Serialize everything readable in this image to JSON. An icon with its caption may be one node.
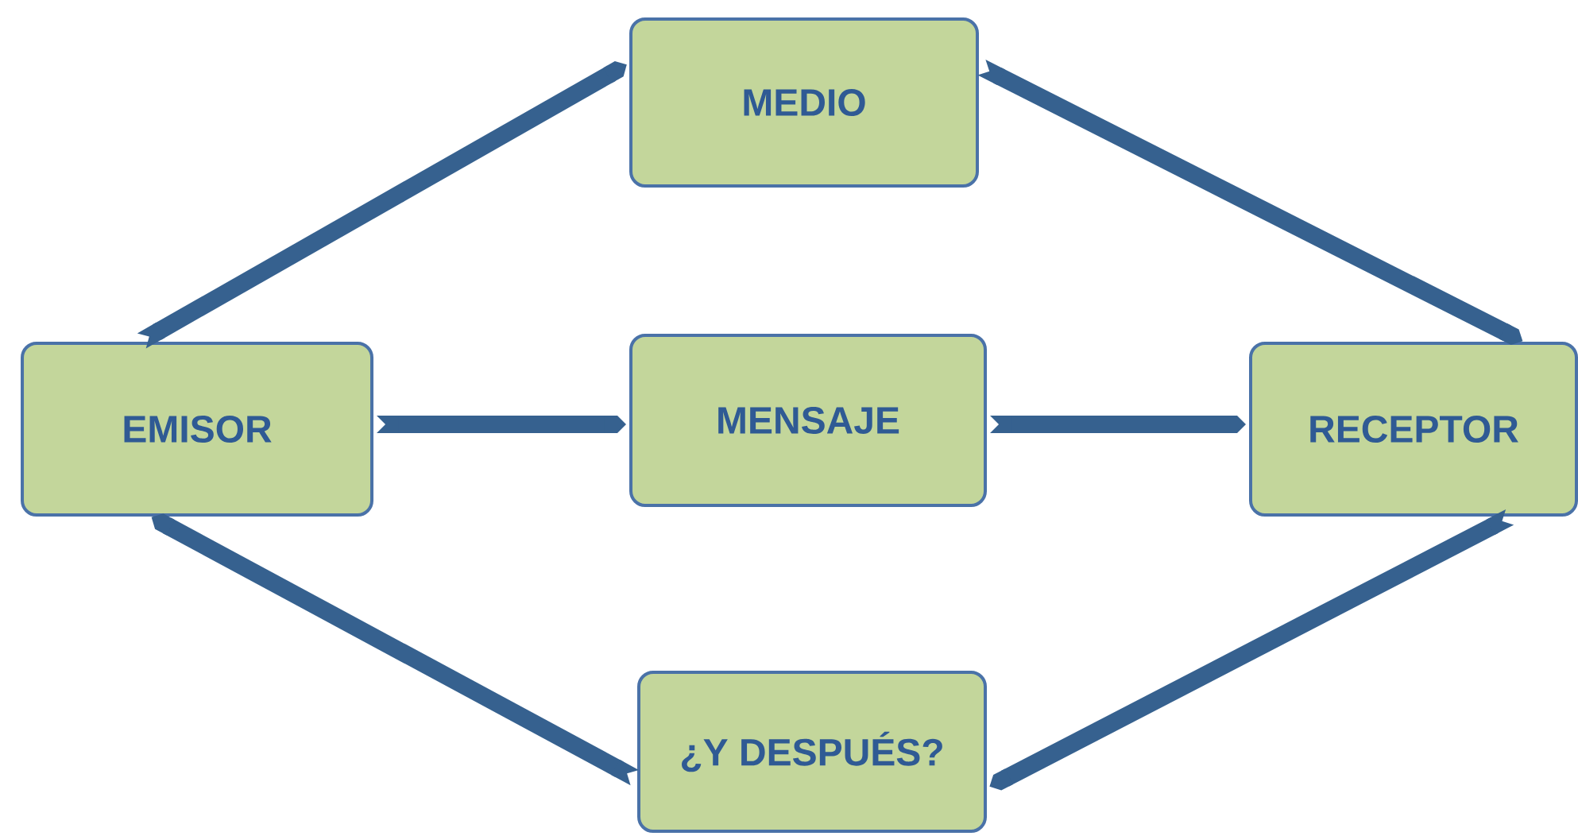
{
  "diagram": {
    "nodes": [
      {
        "text": [
          "MEDIO"
        ]
      },
      {
        "text": [
          "EMISOR"
        ]
      },
      {
        "text": [
          "MENSAJE"
        ]
      },
      {
        "text": [
          "RECEPTOR"
        ]
      },
      {
        "text": [
          "¿Y DESPUÉS?"
        ]
      }
    ],
    "edges": [
      {
        "from": 1,
        "to": 0,
        "arrow": "to"
      },
      {
        "from": 0,
        "to": 3,
        "arrow": "to"
      },
      {
        "from": 1,
        "to": 2,
        "arrow": "to"
      },
      {
        "from": 2,
        "to": 3,
        "arrow": "to"
      },
      {
        "from": 4,
        "to": 1,
        "arrow": "to"
      },
      {
        "from": 3,
        "to": 4,
        "arrow": "to"
      }
    ]
  }
}
